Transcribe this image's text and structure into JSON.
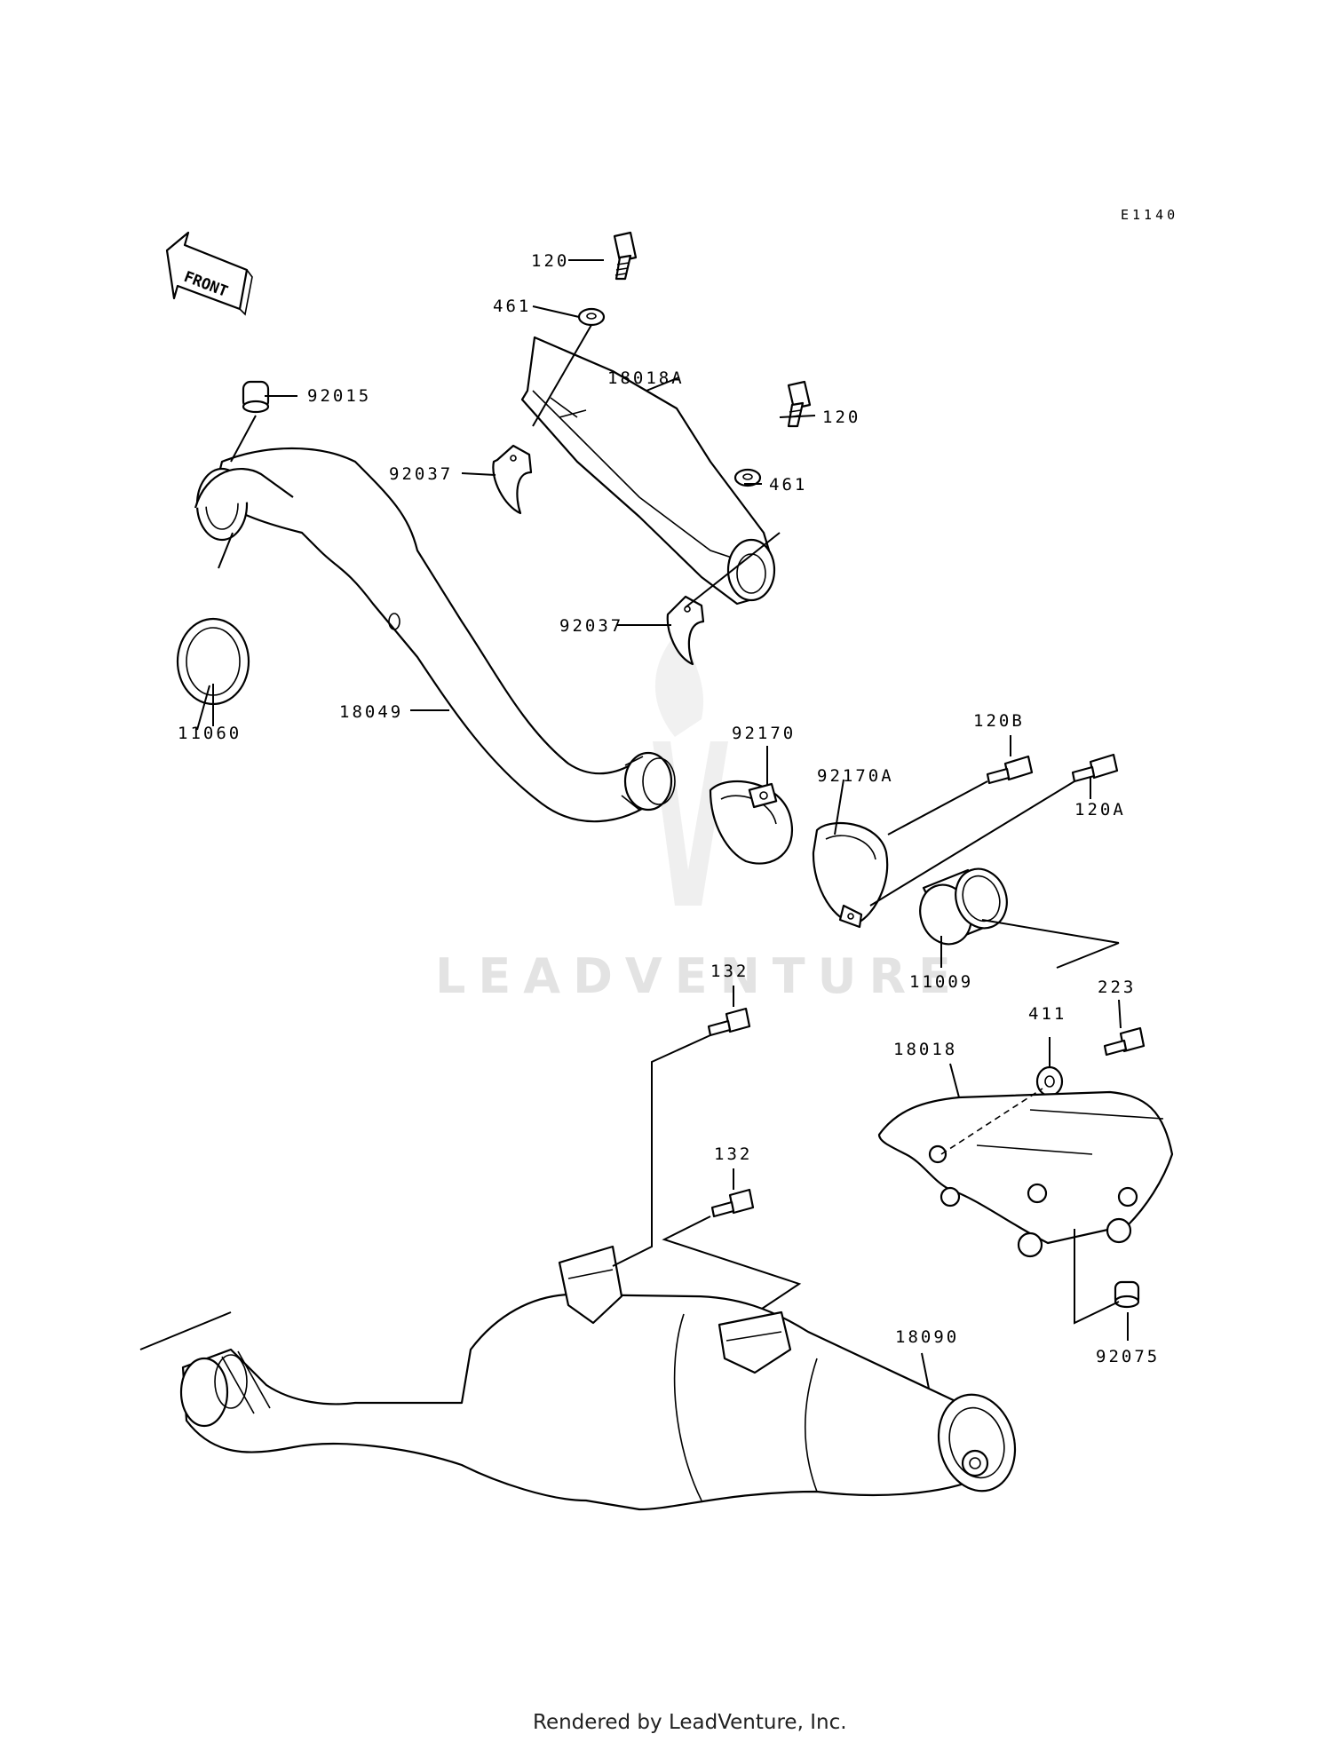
{
  "diagram_code": "E1140",
  "front_label": "FRONT",
  "watermark": "LEADVENTURE",
  "footer": "Rendered by LeadVenture, Inc.",
  "labels": [
    {
      "id": "120-top",
      "text": "120"
    },
    {
      "id": "461-top",
      "text": "461"
    },
    {
      "id": "18018A",
      "text": "18018A"
    },
    {
      "id": "92015",
      "text": "92015"
    },
    {
      "id": "120-right",
      "text": "120"
    },
    {
      "id": "92037-left",
      "text": "92037"
    },
    {
      "id": "461-right",
      "text": "461"
    },
    {
      "id": "92037-lower",
      "text": "92037"
    },
    {
      "id": "18049",
      "text": "18049"
    },
    {
      "id": "11060",
      "text": "11060"
    },
    {
      "id": "92170",
      "text": "92170"
    },
    {
      "id": "120B",
      "text": "120B"
    },
    {
      "id": "92170A",
      "text": "92170A"
    },
    {
      "id": "120A",
      "text": "120A"
    },
    {
      "id": "132-top",
      "text": "132"
    },
    {
      "id": "11009",
      "text": "11009"
    },
    {
      "id": "223",
      "text": "223"
    },
    {
      "id": "411",
      "text": "411"
    },
    {
      "id": "18018",
      "text": "18018"
    },
    {
      "id": "132-mid",
      "text": "132"
    },
    {
      "id": "18090",
      "text": "18090"
    },
    {
      "id": "92075",
      "text": "92075"
    }
  ]
}
